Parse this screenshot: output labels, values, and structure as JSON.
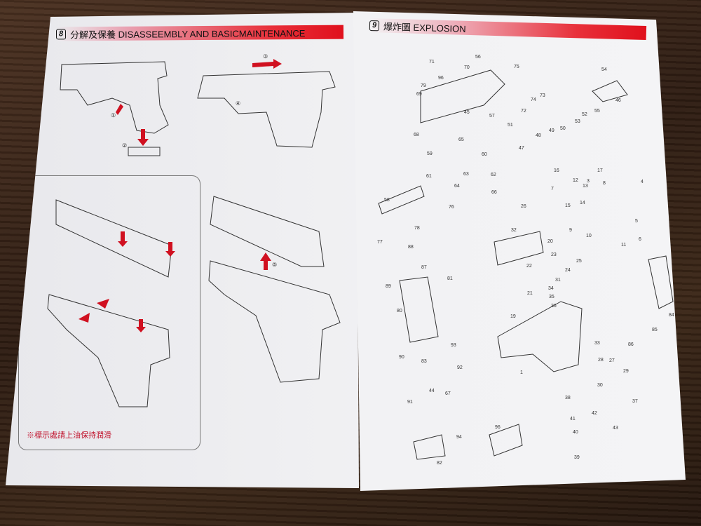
{
  "left_page": {
    "section_number": "8",
    "section_title": "分解及保養 DISASSEEMBLY AND BASICMAINTENANCE",
    "step_labels": [
      "①",
      "②",
      "③",
      "④",
      "⑤"
    ],
    "note": "※標示處請上油保持潤滑"
  },
  "right_page": {
    "section_number": "9",
    "section_title": "爆炸圖 EXPLOSION",
    "parts": [
      "71",
      "70",
      "56",
      "75",
      "54",
      "79",
      "96",
      "69",
      "74",
      "73",
      "45",
      "57",
      "72",
      "55",
      "46",
      "52",
      "53",
      "50",
      "49",
      "48",
      "51",
      "47",
      "68",
      "65",
      "59",
      "60",
      "61",
      "63",
      "62",
      "64",
      "66",
      "58",
      "76",
      "78",
      "77",
      "26",
      "32",
      "16",
      "17",
      "12",
      "7",
      "13",
      "3",
      "8",
      "15",
      "14",
      "4",
      "5",
      "9",
      "10",
      "11",
      "6",
      "20",
      "23",
      "22",
      "24",
      "25",
      "31",
      "34",
      "35",
      "36",
      "21",
      "88",
      "87",
      "81",
      "89",
      "80",
      "19",
      "93",
      "90",
      "83",
      "92",
      "33",
      "28",
      "27",
      "29",
      "30",
      "1",
      "85",
      "86",
      "84",
      "44",
      "67",
      "91",
      "38",
      "37",
      "42",
      "41",
      "40",
      "43",
      "94",
      "96",
      "39",
      "82"
    ]
  },
  "colors": {
    "accent_red": "#e0101c",
    "wood": "#3a2518"
  }
}
